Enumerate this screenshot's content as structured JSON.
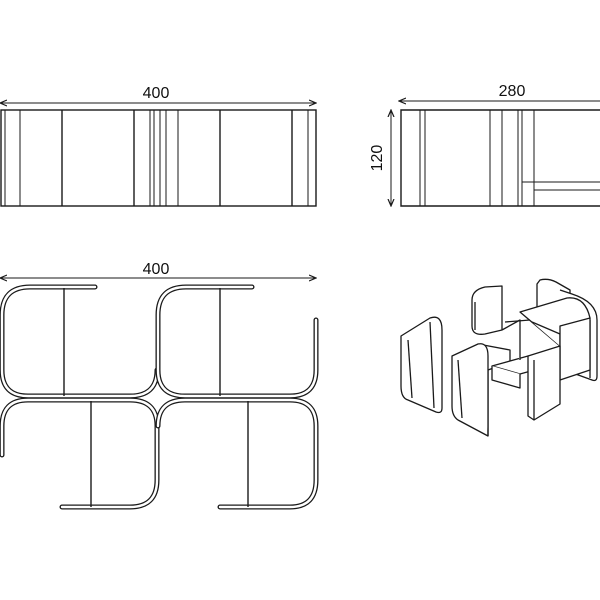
{
  "dimensions": {
    "front_width": "400",
    "side_depth": "280",
    "side_height": "120",
    "plan_width": "400"
  },
  "colors": {
    "line": "#1a1a1a",
    "background": "#ffffff",
    "panel_fill": "#ffffff"
  }
}
